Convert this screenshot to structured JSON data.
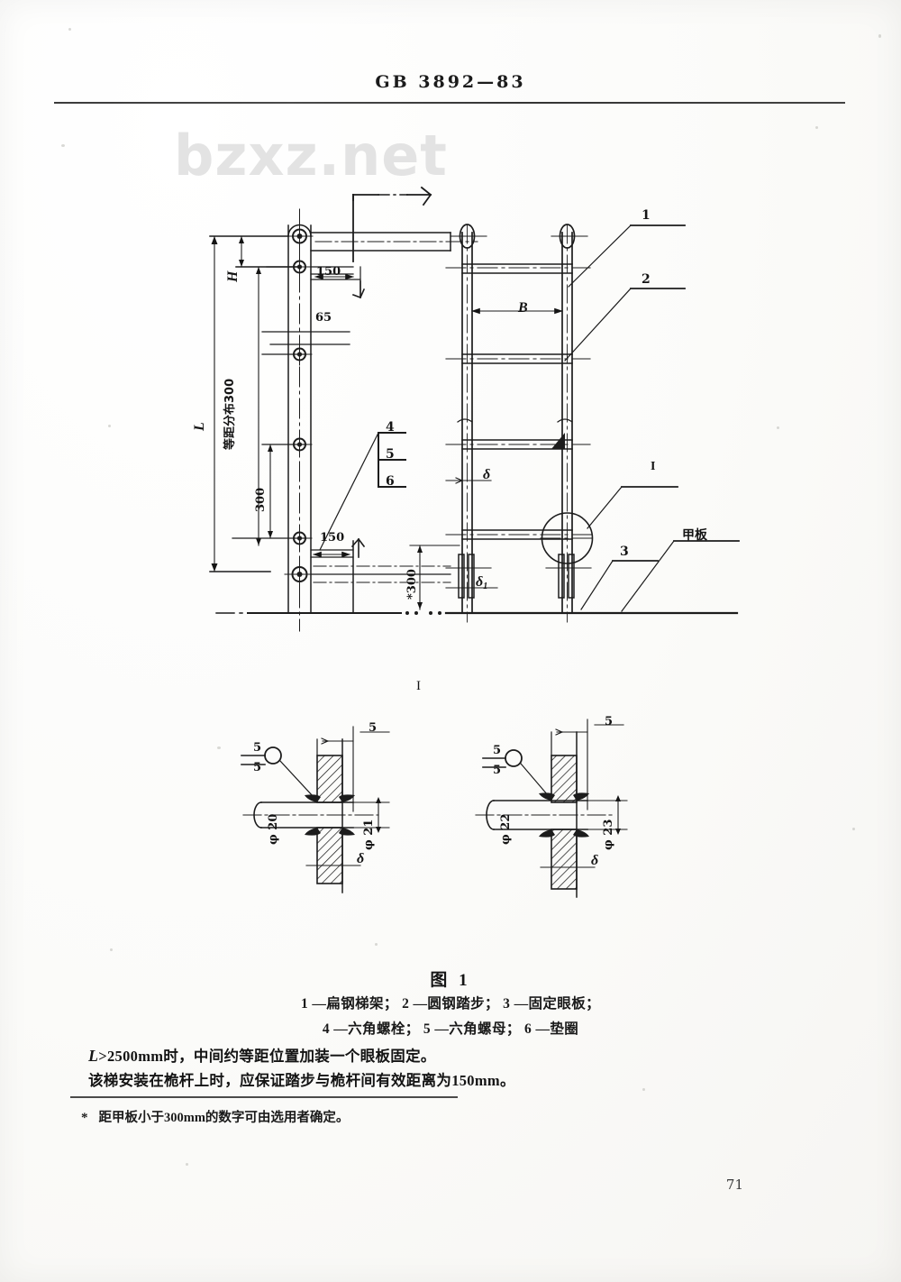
{
  "document": {
    "standard_header": "GB  3892—83",
    "page_number": "71",
    "watermark": "bzxz.net"
  },
  "figure": {
    "title": "图  1",
    "legend_line1": "1 —扁钢梯架；  2 —圆钢踏步；  3 —固定眼板；",
    "legend_line2": "4 —六角螺栓；  5 —六角螺母；  6 —垫圈",
    "section_marker": "I",
    "item_labels": {
      "item1": "1",
      "item2": "2",
      "item3": "3",
      "item4": "4",
      "item5": "5",
      "item6": "6",
      "detail_callout": "I",
      "deck": "甲板"
    },
    "left_view": {
      "dim_H": "H",
      "dim_L": "L",
      "spacing_note": "等距分布300",
      "dim_150_top": "150",
      "dim_65": "65",
      "dim_300": "300",
      "dim_150_bottom": "150",
      "dim_300_deck": "*300"
    },
    "right_view": {
      "dim_B": "B",
      "thickness_delta": "δ",
      "thickness_delta1": "δ",
      "thickness_delta1_sub": "1"
    },
    "detail_left": {
      "weld_top": "5",
      "weld_bottom": "5",
      "dia_rod": "φ 20",
      "dia_hole": "φ 21",
      "gap": "5",
      "plate_thk": "δ"
    },
    "detail_right": {
      "weld_top": "5",
      "weld_bottom": "5",
      "dia_rod": "φ 22",
      "dia_hole": "φ 23",
      "gap": "5",
      "plate_thk": "δ"
    }
  },
  "body": {
    "paragraph1_prefix": "L",
    "paragraph1": ">2500mm时，中间约等距位置加装一个眼板固定。",
    "paragraph2": "该梯安装在桅杆上时，应保证踏步与桅杆间有效距离为150mm。",
    "footnote_marker": "*",
    "footnote": "距甲板小于300mm的数字可由选用者确定。"
  },
  "colors": {
    "ink": "#141414",
    "paper": "#fdfdfc",
    "watermark": "#e3e3e3"
  }
}
